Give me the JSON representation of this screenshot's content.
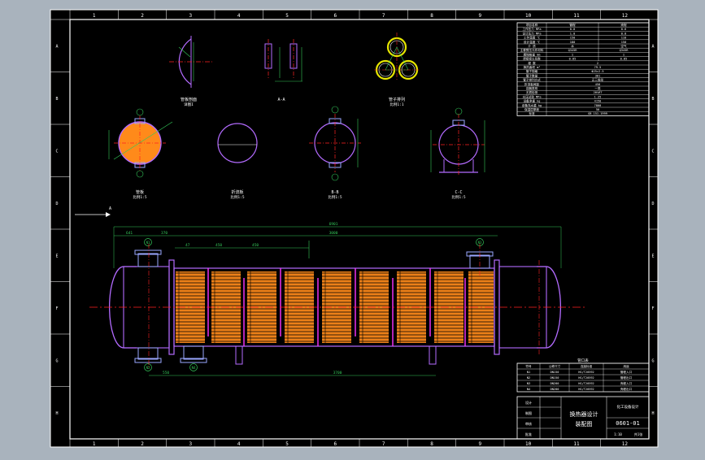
{
  "colors": {
    "background": "#a9b3bd",
    "paper": "#000000",
    "frame": "#ffffff",
    "shell": "#b36bff",
    "tubes": "#ff8a1a",
    "baffle": "#ff33ff",
    "centerline": "#ff2222",
    "dimension": "#34c759",
    "nozzle": "#9aa7ff",
    "text": "#ffffff"
  },
  "border": {
    "columns": [
      "1",
      "2",
      "3",
      "4",
      "5",
      "6",
      "7",
      "8",
      "9",
      "10",
      "11",
      "12"
    ],
    "rows": [
      "A",
      "B",
      "C",
      "D",
      "E",
      "F",
      "G",
      "H"
    ]
  },
  "views": {
    "top_left_caption": "管板剖面",
    "top_left_sub": "详图I",
    "top_mid_caption": "A-A",
    "top_right_caption": "管子排列",
    "top_right_sub": "比例1:1",
    "mid_1_caption": "管板",
    "mid_1_sub": "比例1:5",
    "mid_2_caption": "折流板",
    "mid_2_sub": "比例1:5",
    "mid_3_caption": "B-B",
    "mid_3_sub": "比例1:5",
    "mid_4_caption": "C-C",
    "mid_4_sub": "比例1:5"
  },
  "dimensions": {
    "overall": "6901",
    "left_end": "641",
    "nozzle_gap": "370",
    "tube_len": "3000",
    "baffle_spacing": "450",
    "tube_sheet": "47",
    "bottom_span": "3700",
    "bottom_left": "550"
  },
  "marks": {
    "n1": "N1",
    "n2": "N2",
    "n3": "N3",
    "n4": "N4",
    "a": "A"
  },
  "tech_table": {
    "header": [
      "项目名称",
      "管程",
      "壳程"
    ],
    "rows": [
      [
        "工作压力 MPa",
        "0.8",
        "0.6"
      ],
      [
        "设计压力 MPa",
        "1.0",
        "0.8"
      ],
      [
        "工作温度 ℃",
        "150",
        "110"
      ],
      [
        "设计温度 ℃",
        "180",
        "150"
      ],
      [
        "介 质",
        "水",
        "空气"
      ],
      [
        "主要受压元件材料",
        "Q345R",
        "Q345R"
      ],
      [
        "腐蚀裕量 mm",
        "1",
        "1"
      ],
      [
        "焊接接头系数",
        "0.85",
        "0.85"
      ]
    ],
    "extra": [
      [
        "程 数",
        "2"
      ],
      [
        "换热面积 m²",
        "79.5"
      ],
      [
        "管子规格",
        "Φ25×2.5"
      ],
      [
        "管子数量",
        "301"
      ],
      [
        "管子排列方式",
        "正三角形"
      ],
      [
        "折流板间距",
        "450"
      ],
      [
        "容器类别",
        "一类"
      ],
      [
        "无损检测",
        "20%RT"
      ],
      [
        "水压试验 MPa",
        "1.25"
      ],
      [
        "设备净重 kg",
        "4150"
      ],
      [
        "设备充水重 kg",
        "7800"
      ],
      [
        "保温层厚度",
        "50"
      ],
      [
        "标准",
        "GB 151-1999"
      ]
    ]
  },
  "nozzle_table": {
    "title": "管口表",
    "header": [
      "符号",
      "公称尺寸",
      "连接标准",
      "用途"
    ],
    "rows": [
      [
        "N1",
        "DN150",
        "HG/T20592",
        "管程入口"
      ],
      [
        "N2",
        "DN150",
        "HG/T20592",
        "管程出口"
      ],
      [
        "N3",
        "DN200",
        "HG/T20592",
        "壳程入口"
      ],
      [
        "N4",
        "DN200",
        "HG/T20592",
        "壳程出口"
      ]
    ]
  },
  "title_block": {
    "drawing_name": "换热器设计",
    "drawing_sub": "装配图",
    "drawing_no": "0601-01",
    "school": "化工设备设计",
    "labels": [
      "设计",
      "制图",
      "审核",
      "批准"
    ],
    "scale": "1:10",
    "sheet": "共1张"
  }
}
